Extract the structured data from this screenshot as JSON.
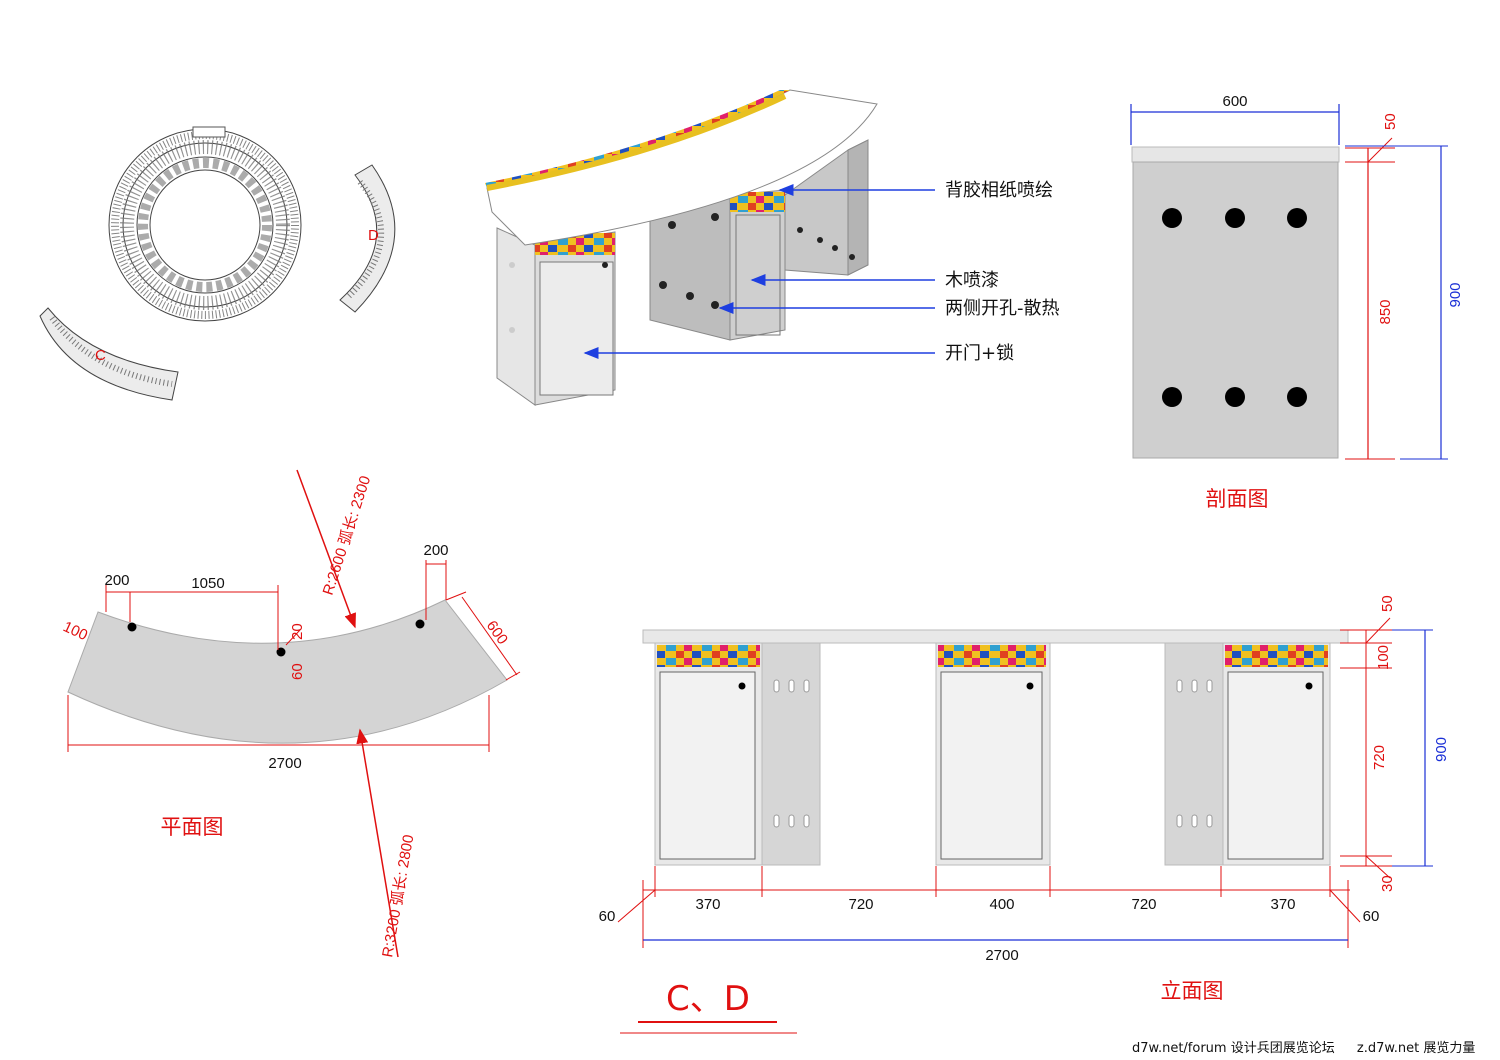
{
  "colors": {
    "dimension_red": "#e01010",
    "dimension_blue": "#1a2fd6",
    "panel_gray": "#d0d0d0",
    "arrow_blue": "#1e3fe0"
  },
  "icons": [
    "circular-layout-plan-icon",
    "segment-c-icon",
    "segment-d-icon",
    "desk-3d-render-icon"
  ],
  "overview": {
    "segment_c_label": "C",
    "segment_d_label": "D"
  },
  "render_callouts": {
    "label_1": "背胶相纸喷绘",
    "label_2": "木喷漆",
    "label_3": "两侧开孔-散热",
    "label_4": "开门+锁"
  },
  "section_view": {
    "title": "剖面图",
    "width": "600",
    "top_thickness": "50",
    "body_height": "850",
    "total_height": "900"
  },
  "plan_view": {
    "title": "平面图",
    "left_offset": "200",
    "hole_spacing": "1050",
    "right_offset": "200",
    "left_margin": "100",
    "depth": "600",
    "hole_dim_a": "20",
    "hole_dim_b": "60",
    "total_width": "2700",
    "inner_radius": "R:2600 弧长: 2300",
    "outer_radius": "R:3200 弧长: 2800"
  },
  "elevation_view": {
    "title": "立面图",
    "top_thickness": "50",
    "frieze_height": "100",
    "cabinet_height": "720",
    "base_height": "30",
    "total_height": "900",
    "left_overhang": "60",
    "right_overhang": "60",
    "segments": [
      "370",
      "720",
      "400",
      "720",
      "370"
    ],
    "total_width": "2700"
  },
  "drawing_label": "C、D",
  "footer": {
    "left_text": "d7w.net/forum 设计兵团展览论坛",
    "right_text": "z.d7w.net 展览力量"
  }
}
